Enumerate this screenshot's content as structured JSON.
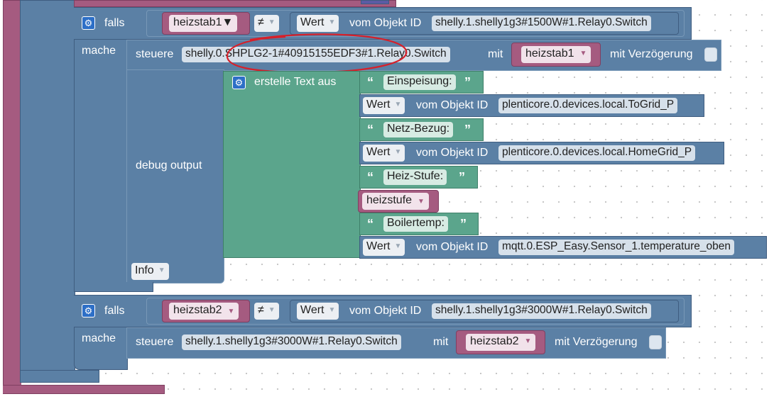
{
  "colors": {
    "logic_blue": "#5b80a5",
    "text_green": "#5ba58c",
    "variable_pink": "#a55b80",
    "annotation_red": "#d6202a"
  },
  "icons": {
    "gear": "gear-icon",
    "dropdown": "chevron-down-icon"
  },
  "block1": {
    "if_label": "falls",
    "do_label": "mache",
    "condition": {
      "variable": "heizstab1",
      "operator": "≠",
      "value_mode": "Wert",
      "object_label": "vom Objekt ID",
      "object_id": "shelly.1.shelly1g3#1500W#1.Relay0.Switch"
    },
    "control": {
      "label": "steuere",
      "object_id_prefix": "shelly.0.",
      "object_id_rest": "SHPLG2-1#40915155EDF3#1.Relay0.Switch",
      "with_label": "mit",
      "variable": "heizstab1",
      "delay_label": "mit Verzögerung"
    },
    "debug": {
      "label": "debug output",
      "level": "Info",
      "create_text_label": "erstelle Text aus",
      "items": [
        {
          "type": "text",
          "value": "Einspeisung:"
        },
        {
          "type": "object",
          "mode": "Wert",
          "object_label": "vom Objekt ID",
          "object_id": "plenticore.0.devices.local.ToGrid_P"
        },
        {
          "type": "text",
          "value": "Netz-Bezug:"
        },
        {
          "type": "object",
          "mode": "Wert",
          "object_label": "vom Objekt ID",
          "object_id": "plenticore.0.devices.local.HomeGrid_P"
        },
        {
          "type": "text",
          "value": "Heiz-Stufe:"
        },
        {
          "type": "variable",
          "value": "heizstufe"
        },
        {
          "type": "text",
          "value": "Boilertemp:"
        },
        {
          "type": "object",
          "mode": "Wert",
          "object_label": "vom Objekt ID",
          "object_id": "mqtt.0.ESP_Easy.Sensor_1.temperature_oben"
        }
      ]
    }
  },
  "block2": {
    "if_label": "falls",
    "do_label": "mache",
    "condition": {
      "variable": "heizstab2",
      "operator": "≠",
      "value_mode": "Wert",
      "object_label": "vom Objekt ID",
      "object_id": "shelly.1.shelly1g3#3000W#1.Relay0.Switch"
    },
    "control": {
      "label": "steuere",
      "object_id": "shelly.1.shelly1g3#3000W#1.Relay0.Switch",
      "with_label": "mit",
      "variable": "heizstab2",
      "delay_label": "mit Verzögerung"
    }
  }
}
